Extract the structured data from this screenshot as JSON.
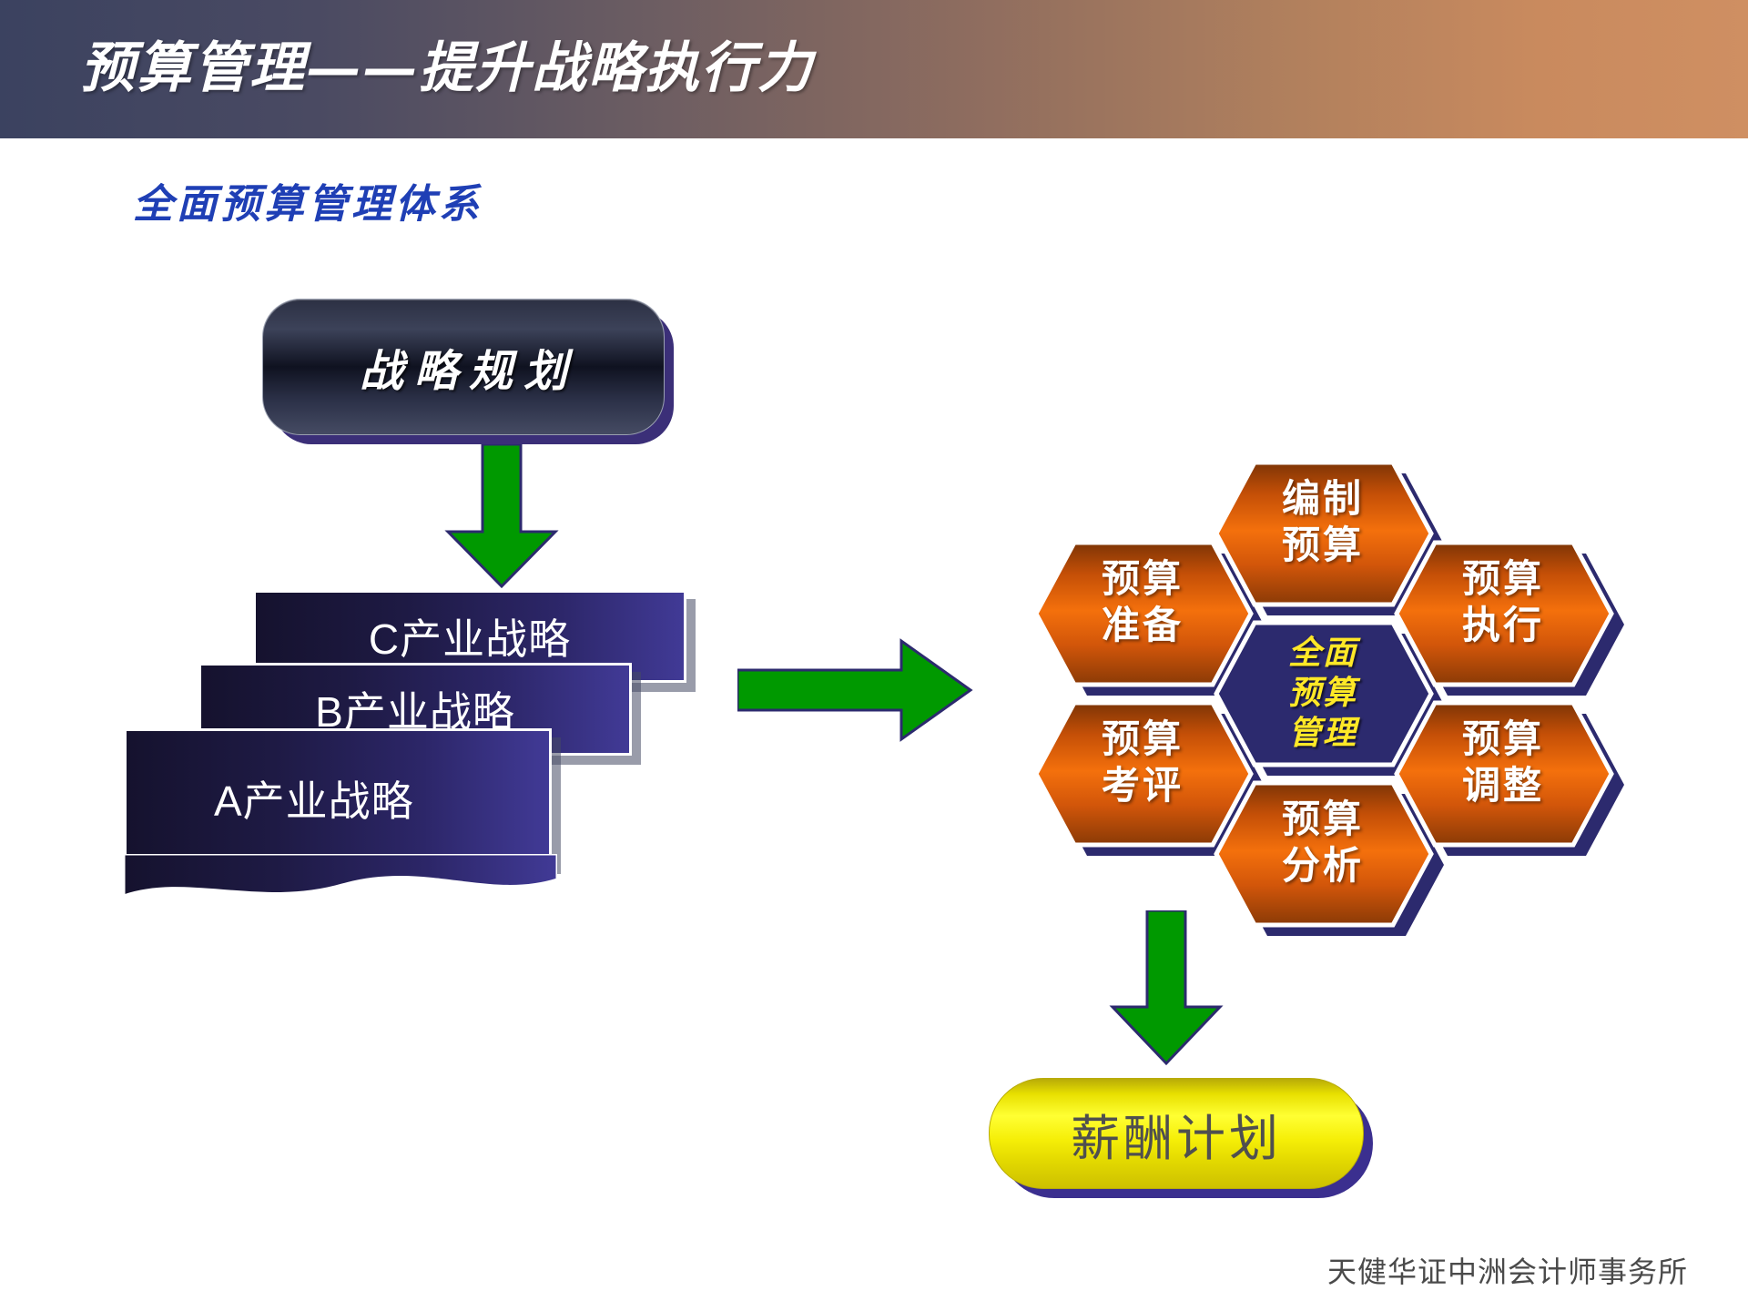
{
  "header": {
    "title": "预算管理——提升战略执行力",
    "gradient_from": "#3b4260",
    "gradient_to": "#cf8f62"
  },
  "subtitle": {
    "text": "全面预算管理体系",
    "color": "#1f3fb5"
  },
  "strategy_plan": {
    "label": "战略规划"
  },
  "strategy_cards": [
    {
      "label": "C产业战略"
    },
    {
      "label": "B产业战略"
    },
    {
      "label": "A产业战略"
    }
  ],
  "arrows": {
    "down_from_plan": "down-arrow",
    "right_to_hex": "right-arrow",
    "down_to_salary": "down-arrow"
  },
  "hex_cluster": {
    "center": {
      "label": "全面\n预算\n管理",
      "fill": "#2c2a6e",
      "text_color": "#ffe827"
    },
    "cells": [
      {
        "id": "budget-prepare",
        "label": "预算\n准备"
      },
      {
        "id": "budget-compile",
        "label": "编制\n预算"
      },
      {
        "id": "budget-execute",
        "label": "预算\n执行"
      },
      {
        "id": "budget-adjust",
        "label": "预算\n调整"
      },
      {
        "id": "budget-analyze",
        "label": "预算\n分析"
      },
      {
        "id": "budget-appraise",
        "label": "预算\n考评"
      }
    ],
    "hex_fill_light": "#f26b0a",
    "hex_fill_dark": "#8a3a06",
    "hex_shadow": "#2c2a6e"
  },
  "salary_plan": {
    "label": "薪酬计划",
    "fill": "#ffff33",
    "text_color": "#4f4f4f"
  },
  "footer": {
    "company": "天健华证中洲会计师事务所"
  }
}
